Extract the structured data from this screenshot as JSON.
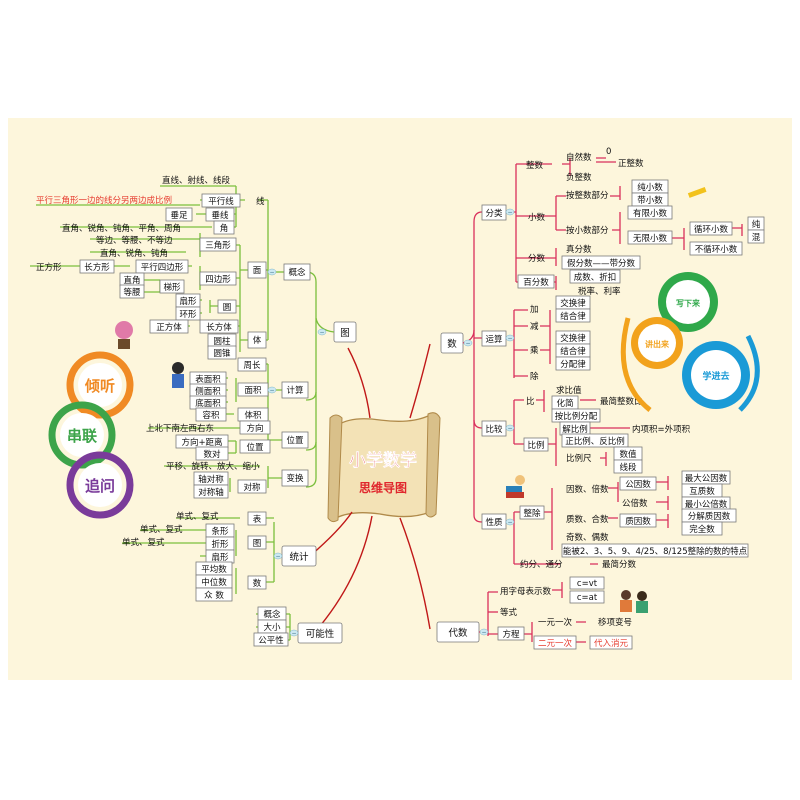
{
  "center": {
    "title": "小学数学",
    "subtitle": "思维导图"
  },
  "main_branches": {
    "graph": "图",
    "number": "数",
    "stats": "统计",
    "probability": "可能性",
    "algebra": "代数"
  },
  "left": {
    "concept": "概念",
    "line": "线",
    "line_types": "直线、射线、线段",
    "parallel": "平行线",
    "parallel_note": "平行三角形一边的线分另两边成比例",
    "perpendicular": "垂线",
    "foot": "垂足",
    "angle": "角",
    "angle_types": "直角、锐角、钝角、平角、周角",
    "surface": "面",
    "triangle": "三角形",
    "tri_sides": "等边、等腰、不等边",
    "tri_angles": "直角、锐角、钝角",
    "quad": "四边形",
    "parallelogram": "平行四边形",
    "rectangle": "长方形",
    "square": "正方形",
    "trapezoid": "梯形",
    "right_angle": "直角",
    "isosceles": "等腰",
    "circle": "圆",
    "sector": "扇形",
    "ring": "环形",
    "solid": "体",
    "cuboid": "长方体",
    "cube": "正方体",
    "cylinder": "圆柱",
    "cone": "圆锥",
    "calc": "计算",
    "perimeter": "周长",
    "area": "面积",
    "surface_area": "表面积",
    "side_area": "侧面积",
    "base_area": "底面积",
    "volume": "体积",
    "capacity": "容积",
    "position": "位置",
    "direction": "方向",
    "dir_list": "上北下南左西右东",
    "dir_dist": "方向+距离",
    "pair": "数对",
    "transform": "变换",
    "trans_list": "平移、旋转、放大、缩小",
    "symmetry": "对称",
    "axis_sym": "轴对称",
    "sym_axis": "对称轴",
    "stats_table": "表",
    "stats_graph": "图",
    "simple_complex": "单式、复式",
    "bar": "条形",
    "line_graph": "折形",
    "fan": "扇形",
    "number_stats": "数",
    "mean": "平均数",
    "median": "中位数",
    "mode": "众 数",
    "prob_concept": "概念",
    "prob_size": "大小",
    "prob_fair": "公平性"
  },
  "right": {
    "classify": "分类",
    "integer": "整数",
    "natural": "自然数",
    "zero": "0",
    "positive_int": "正整数",
    "negative_int": "负整数",
    "decimal": "小数",
    "by_int_part": "按整数部分",
    "pure_decimal": "纯小数",
    "mixed_decimal": "带小数",
    "by_dec_part": "按小数部分",
    "finite_decimal": "有限小数",
    "infinite_decimal": "无限小数",
    "recurring": "循环小数",
    "non_recurring": "不循环小数",
    "pure": "纯",
    "mixed": "混",
    "fraction": "分数",
    "proper": "真分数",
    "improper": "假分数——带分数",
    "percent": "百分数",
    "discount": "成数、折扣",
    "tax": "税率、利率",
    "operation": "运算",
    "add": "加",
    "sub": "减",
    "mul": "乘",
    "div": "除",
    "commutative": "交换律",
    "associative": "结合律",
    "distributive": "分配律",
    "compare": "比较",
    "ratio": "比",
    "ratio_value": "求比值",
    "simplify": "化简",
    "simplest_ratio": "最简整数比",
    "ratio_alloc": "按比例分配",
    "proportion": "比例",
    "solve_prop": "解比例",
    "inner_outer": "内项积=外项积",
    "direct_inverse": "正比例、反比例",
    "scale": "比例尺",
    "num_scale": "数值",
    "line_scale": "线段",
    "property": "性质",
    "divisible": "整除",
    "factor_multiple": "因数、倍数",
    "common_factor": "公因数",
    "gcd": "最大公因数",
    "coprime": "互质数",
    "common_multiple": "公倍数",
    "lcm": "最小公倍数",
    "prime_composite": "质数、合数",
    "prime_factor": "质因数",
    "factorize": "分解质因数",
    "perfect": "完全数",
    "odd_even": "奇数、偶数",
    "divisible_by": "能被2、3、5、9、4/25、8/125整除的数的特点",
    "reduce": "约分、通分",
    "simplest_fraction": "最简分数",
    "algebra_letters": "用字母表示数",
    "cvt": "c=vt",
    "cat": "c=at",
    "equation_eq": "等式",
    "equation": "方程",
    "one_var": "一元一次",
    "transpose": "移项变号",
    "two_var": "二元一次",
    "substitute": "代入消元"
  },
  "motto_circles": [
    "倾听",
    "串联",
    "追问"
  ],
  "gears": [
    "写下来",
    "讲出来",
    "学进去"
  ],
  "toggle_symbol": "−"
}
